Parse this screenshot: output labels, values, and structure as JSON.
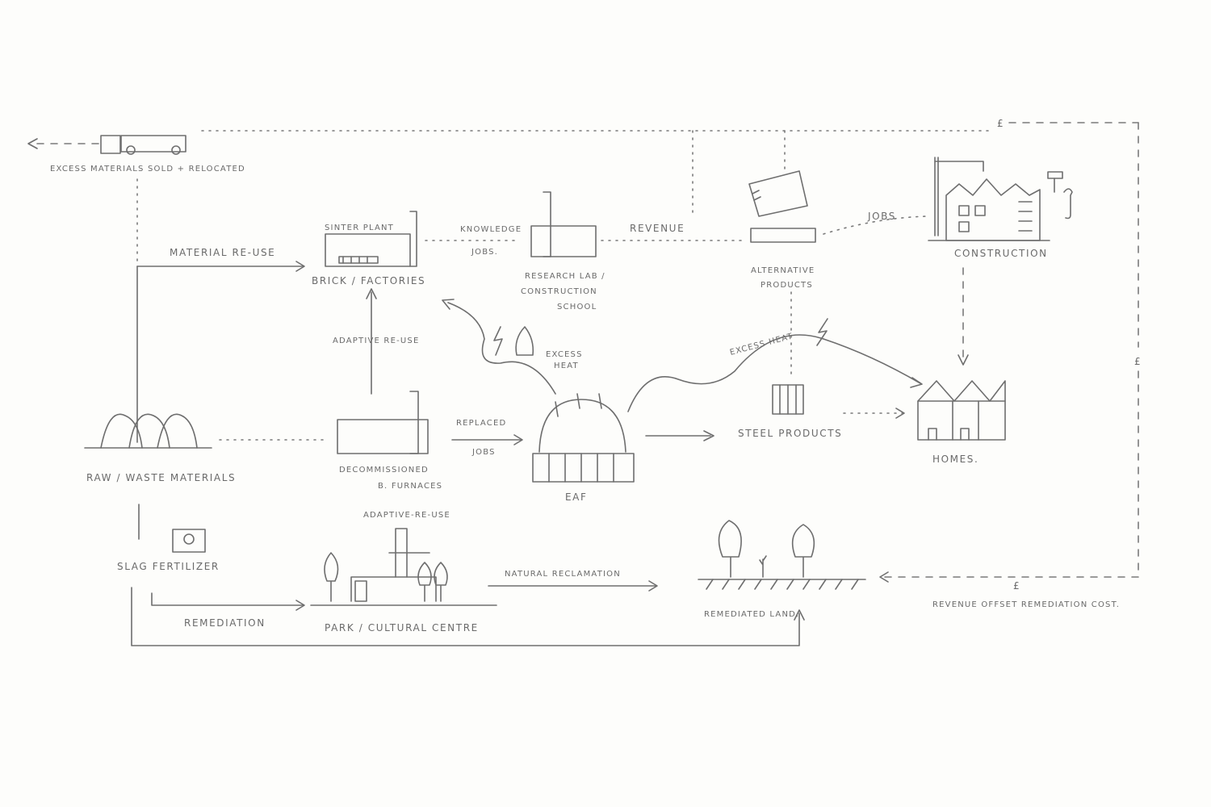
{
  "labels": {
    "excess_materials": "Excess materials sold + relocated",
    "material_reuse": "Material re-use",
    "sinter_plant": "Sinter plant",
    "brick_factories": "Brick / factories",
    "knowledge": "Knowledge",
    "jobs_1": "Jobs.",
    "research_lab_1": "Research lab /",
    "research_lab_2": "Construction",
    "research_lab_3": "School",
    "revenue": "Revenue",
    "alternative_products_1": "Alternative",
    "alternative_products_2": "Products",
    "jobs_2": "Jobs",
    "construction": "Construction",
    "adaptive_reuse_1": "Adaptive re-use",
    "excess_heat_1a": "Excess",
    "excess_heat_1b": "Heat",
    "excess_heat_2": "Excess heat",
    "raw_waste": "Raw / waste materials",
    "decommissioned_1": "Decommissioned",
    "decommissioned_2": "B. Furnaces",
    "replaced": "Replaced",
    "jobs_3": "Jobs",
    "eaf": "EAF",
    "steel_products": "Steel products",
    "homes": "Homes.",
    "adaptive_reuse_2": "Adaptive-re-use",
    "slag_fertilizer": "Slag fertilizer",
    "natural_reclamation": "Natural reclamation",
    "remediation": "Remediation",
    "park_cultural": "Park / cultural centre",
    "remediated_land": "Remediated land.",
    "revenue_offset": "Revenue offset remediation cost.",
    "pound_1": "£",
    "pound_2": "£",
    "pound_3": "£"
  },
  "icons": {
    "truck": "truck-icon",
    "lightning": "lightning-icon",
    "flame": "flame-icon",
    "hammer": "hammer-icon",
    "wrench": "wrench-icon",
    "crane": "crane-icon"
  },
  "colors": {
    "ink": "#6e6e6e",
    "paper": "#fdfdfb"
  }
}
